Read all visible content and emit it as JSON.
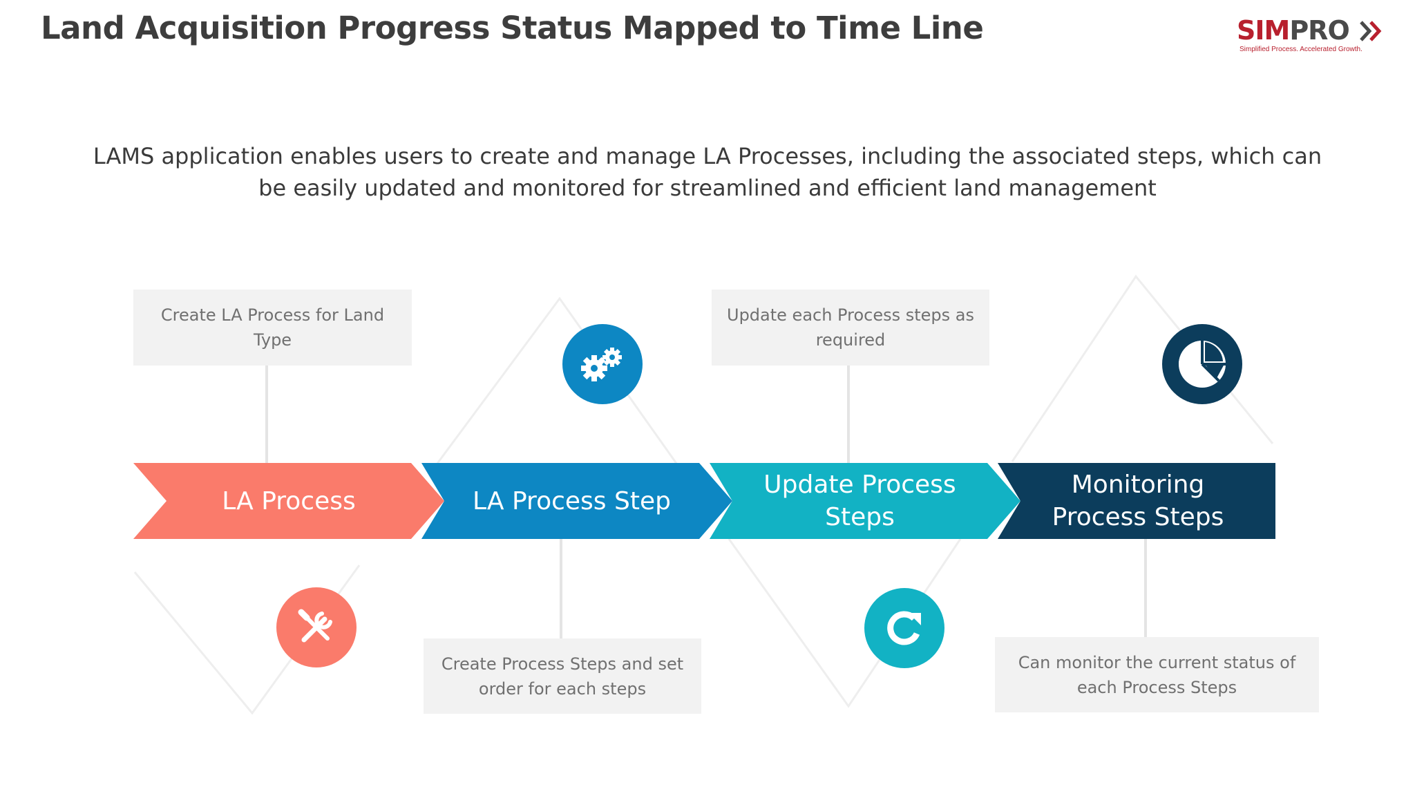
{
  "header": {
    "title": "Land Acquisition Progress Status Mapped to Time Line",
    "logo": {
      "brand_part1": "SIM",
      "brand_part2": "PRO",
      "tagline": "Simplified Process. Accelerated Growth."
    }
  },
  "intro_text": "LAMS application enables users to create and manage LA Processes, including the associated steps, which can be easily updated and monitored for streamlined and efficient land management",
  "stages": [
    {
      "label": "LA Process",
      "description": "Create LA Process for Land Type",
      "icon": "tools-icon",
      "color": "#fa7b6b"
    },
    {
      "label": "LA Process Step",
      "description": "Create Process Steps and set order for each steps",
      "icon": "gears-icon",
      "color": "#0d87c3"
    },
    {
      "label": "Update Process Steps",
      "description": "Update each Process steps as required",
      "icon": "refresh-icon",
      "color": "#12b2c4"
    },
    {
      "label": "Monitoring Process Steps",
      "description": "Can monitor the current status of each Process Steps",
      "icon": "pie-chart-icon",
      "color": "#0c3d5c"
    }
  ],
  "colors": {
    "background": "#ffffff",
    "description_box": "#f2f2f2",
    "connector_line": "#e4e4e4",
    "brand_red": "#b8202e"
  }
}
